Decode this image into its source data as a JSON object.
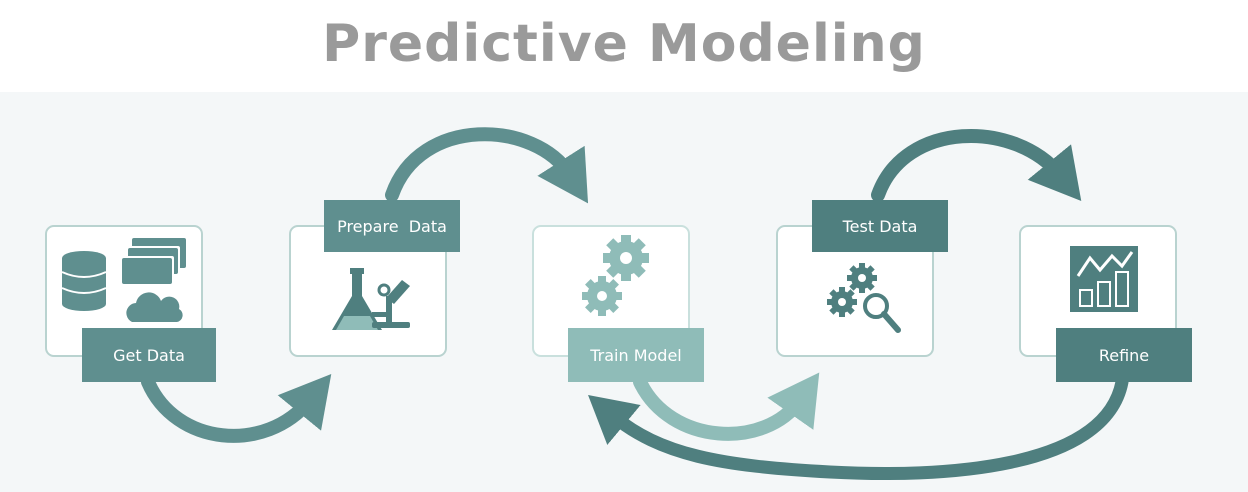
{
  "title": "Predictive Modeling",
  "colors": {
    "dark_teal": "#4f7f7f",
    "mid_teal": "#5f8f8f",
    "light_teal": "#8fbcb8",
    "title_gray": "#9a9a9a",
    "box_border": "#b9d3d0"
  },
  "stages": [
    {
      "label": "Get Data",
      "icon": "database-documents-cloud-icon"
    },
    {
      "label": "Prepare  Data",
      "icon": "lab-flask-microscope-icon"
    },
    {
      "label": "Train Model",
      "icon": "gears-icon"
    },
    {
      "label": "Test Data",
      "icon": "gears-magnifier-icon"
    },
    {
      "label": "Refine",
      "icon": "line-bar-chart-icon"
    }
  ]
}
